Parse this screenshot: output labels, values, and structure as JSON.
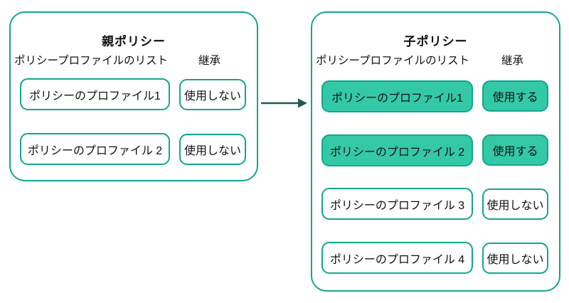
{
  "colors": {
    "border_teal": "#12a78c",
    "fill_green": "#34c9a6",
    "arrow_dark": "#1f5a52",
    "text": "#111111",
    "background": "#ffffff"
  },
  "arrow": {
    "meaning": "inheritance from parent to child"
  },
  "panels": [
    {
      "id": "parent-policy",
      "title": "親ポリシー",
      "list_label": "ポリシープロファイルのリスト",
      "inherit_label": "継承",
      "rows": [
        {
          "profile": "ポリシーのプロファイル1",
          "inherit": "使用しない",
          "highlighted": false
        },
        {
          "profile": "ポリシーのプロファイル 2",
          "inherit": "使用しない",
          "highlighted": false
        }
      ]
    },
    {
      "id": "child-policy",
      "title": "子ポリシー",
      "list_label": "ポリシープロファイルのリスト",
      "inherit_label": "継承",
      "rows": [
        {
          "profile": "ポリシーのプロファイル1",
          "inherit": "使用する",
          "highlighted": true
        },
        {
          "profile": "ポリシーのプロファイル 2",
          "inherit": "使用する",
          "highlighted": true
        },
        {
          "profile": "ポリシーのプロファイル 3",
          "inherit": "使用しない",
          "highlighted": false
        },
        {
          "profile": "ポリシーのプロファイル 4",
          "inherit": "使用しない",
          "highlighted": false
        }
      ]
    }
  ]
}
